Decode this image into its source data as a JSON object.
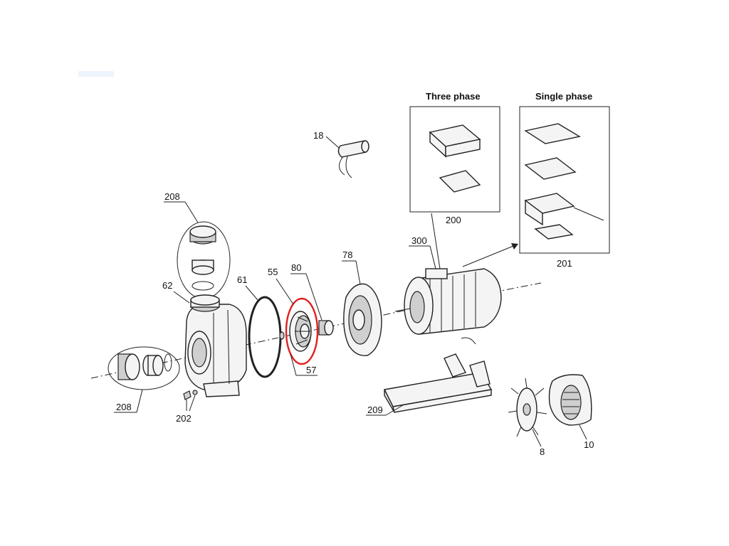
{
  "labels": {
    "p18": "18",
    "p208_top": "208",
    "p208_bottom": "208",
    "p62": "62",
    "p61": "61",
    "p55": "55",
    "p80": "80",
    "p57": "57",
    "p78": "78",
    "p300": "300",
    "p200": "200",
    "p201": "201",
    "p202": "202",
    "p209": "209",
    "p8": "8",
    "p10": "10"
  },
  "boxes": {
    "three_phase_title": "Three phase",
    "single_phase_title": "Single phase"
  },
  "highlight_color": "#e02020"
}
